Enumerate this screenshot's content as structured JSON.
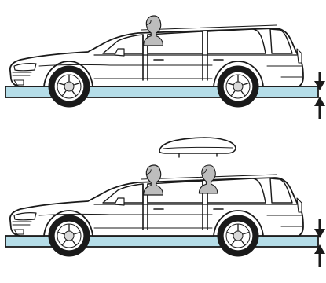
{
  "diagram": {
    "panels": [
      {
        "id": "without-roof-box",
        "occupants": 1,
        "roof_box": false
      },
      {
        "id": "with-roof-box",
        "occupants": 2,
        "roof_box": true
      }
    ],
    "colors": {
      "platform": "#b5dde8",
      "outline": "#1a1a1a",
      "roof_box": "#c4c4c4",
      "background": "#ffffff"
    },
    "icons": {
      "compression": "arrow-pair-icon"
    }
  }
}
